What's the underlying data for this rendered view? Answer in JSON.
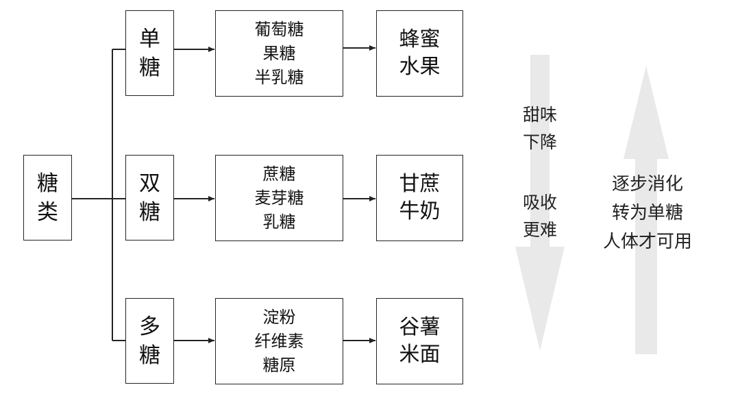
{
  "root": {
    "line1": "糖",
    "line2": "类"
  },
  "categories": [
    {
      "line1": "单",
      "line2": "糖",
      "examples": [
        "葡萄糖",
        "果糖",
        "半乳糖"
      ],
      "foods": [
        "蜂蜜",
        "水果"
      ]
    },
    {
      "line1": "双",
      "line2": "糖",
      "examples": [
        "蔗糖",
        "麦芽糖",
        "乳糖"
      ],
      "foods": [
        "甘蔗",
        "牛奶"
      ]
    },
    {
      "line1": "多",
      "line2": "糖",
      "examples": [
        "淀粉",
        "纤维素",
        "糖原"
      ],
      "foods": [
        "谷薯",
        "米面"
      ]
    }
  ],
  "down_arrow": {
    "label_top": [
      "甜味",
      "下降"
    ],
    "label_bottom": [
      "吸收",
      "更难"
    ]
  },
  "up_arrow": {
    "label": [
      "逐步消化",
      "转为单糖",
      "人体才可用"
    ]
  },
  "colors": {
    "line": "#222222",
    "arrow_fill": "#e9e9e9"
  }
}
